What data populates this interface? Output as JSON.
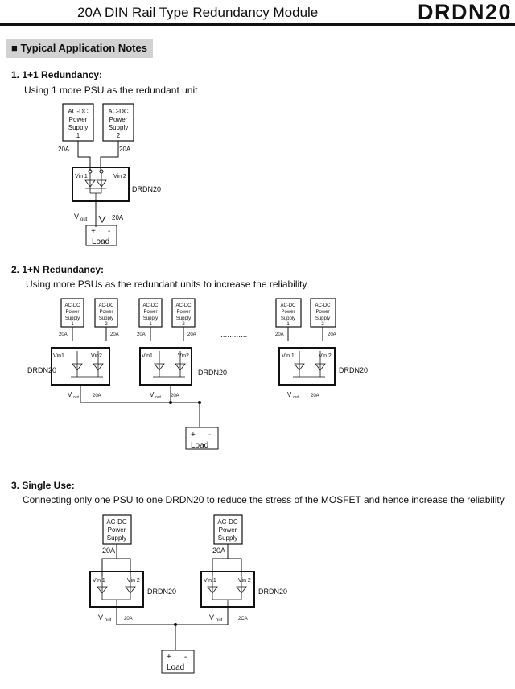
{
  "header": {
    "title": "20A   DIN Rail Type Redundancy Module",
    "model": "DRDN20"
  },
  "section": {
    "title": "Typical Application Notes",
    "bullet_icon": "square-bullet-icon"
  },
  "psu": {
    "label_line1": "AC-DC",
    "label_line2": "Power",
    "label_line3": "Supply",
    "index_1": "1",
    "index_2": "2"
  },
  "module": {
    "vin1": "Vin 1",
    "vin2": "Vin 2",
    "vin1_compact": "Vin1",
    "vin2_compact": "Vin2",
    "name": "DRDN20",
    "vout": "V",
    "vout_sub": "out"
  },
  "current": {
    "in": "20A",
    "out": "20A",
    "out_alt": "2CA"
  },
  "load": {
    "plus": "+",
    "minus": "-",
    "label": "Load"
  },
  "items": [
    {
      "heading": "1. 1+1 Redundancy:",
      "description": "Using 1 more PSU as the redundant unit"
    },
    {
      "heading": "2. 1+N Redundancy:",
      "description": "Using more PSUs as the redundant units to increase the reliability",
      "ellipsis": "............"
    },
    {
      "heading": "3. Single Use:",
      "description": "Connecting only one PSU to one DRDN20 to reduce the stress of the MOSFET and hence  increase the reliability"
    }
  ]
}
